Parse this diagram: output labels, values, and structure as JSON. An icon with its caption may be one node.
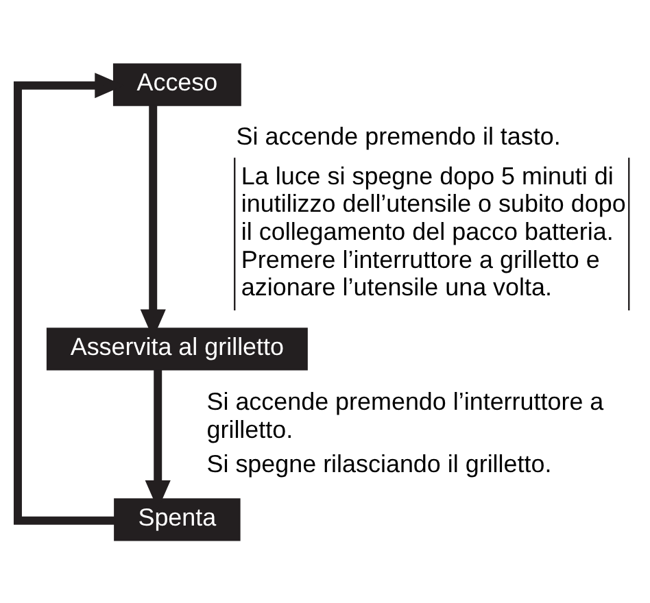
{
  "diagram": {
    "nodes": [
      {
        "text": [
          "Acceso"
        ],
        "beside": [
          "Si accende premendo il tasto.",
          "La luce si spegne dopo 5 minuti di inutilizzo dell’utensile o subito dopo il collegamento del pacco batteria. Premere l’interruttore a grilletto e azionare l’utensile una volta."
        ]
      },
      {
        "text": [
          "Asservita al grilletto"
        ],
        "beside": [
          "Si accende premendo l’interruttore a grilletto.",
          "Si spegne rilasciando il grilletto."
        ]
      },
      {
        "text": [
          "Spenta"
        ]
      }
    ],
    "edges": [
      {
        "from": 0,
        "to": 1,
        "arrow": "to"
      },
      {
        "from": 1,
        "to": 2,
        "arrow": "to"
      },
      {
        "from": 2,
        "to": 0,
        "arrow": "to"
      }
    ]
  }
}
